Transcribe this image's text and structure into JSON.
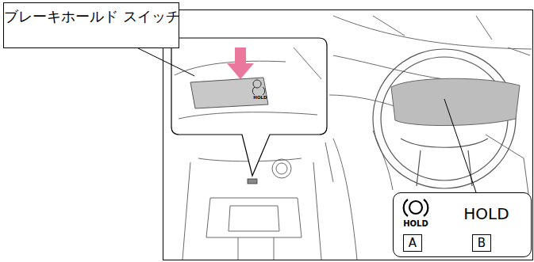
{
  "diagram": {
    "nodes": [
      {
        "text": [
          "ブレーキホールド スイッチ"
        ]
      },
      {
        "text": [
          "HOLD"
        ]
      },
      {
        "text": [
          "HOLD",
          "HOLD"
        ]
      },
      {
        "text": [
          "A"
        ],
        "in": 2
      },
      {
        "text": [
          "B"
        ],
        "in": 2
      }
    ],
    "edges": [
      {
        "from": 0,
        "to": 1,
        "arrow": "none"
      }
    ]
  }
}
